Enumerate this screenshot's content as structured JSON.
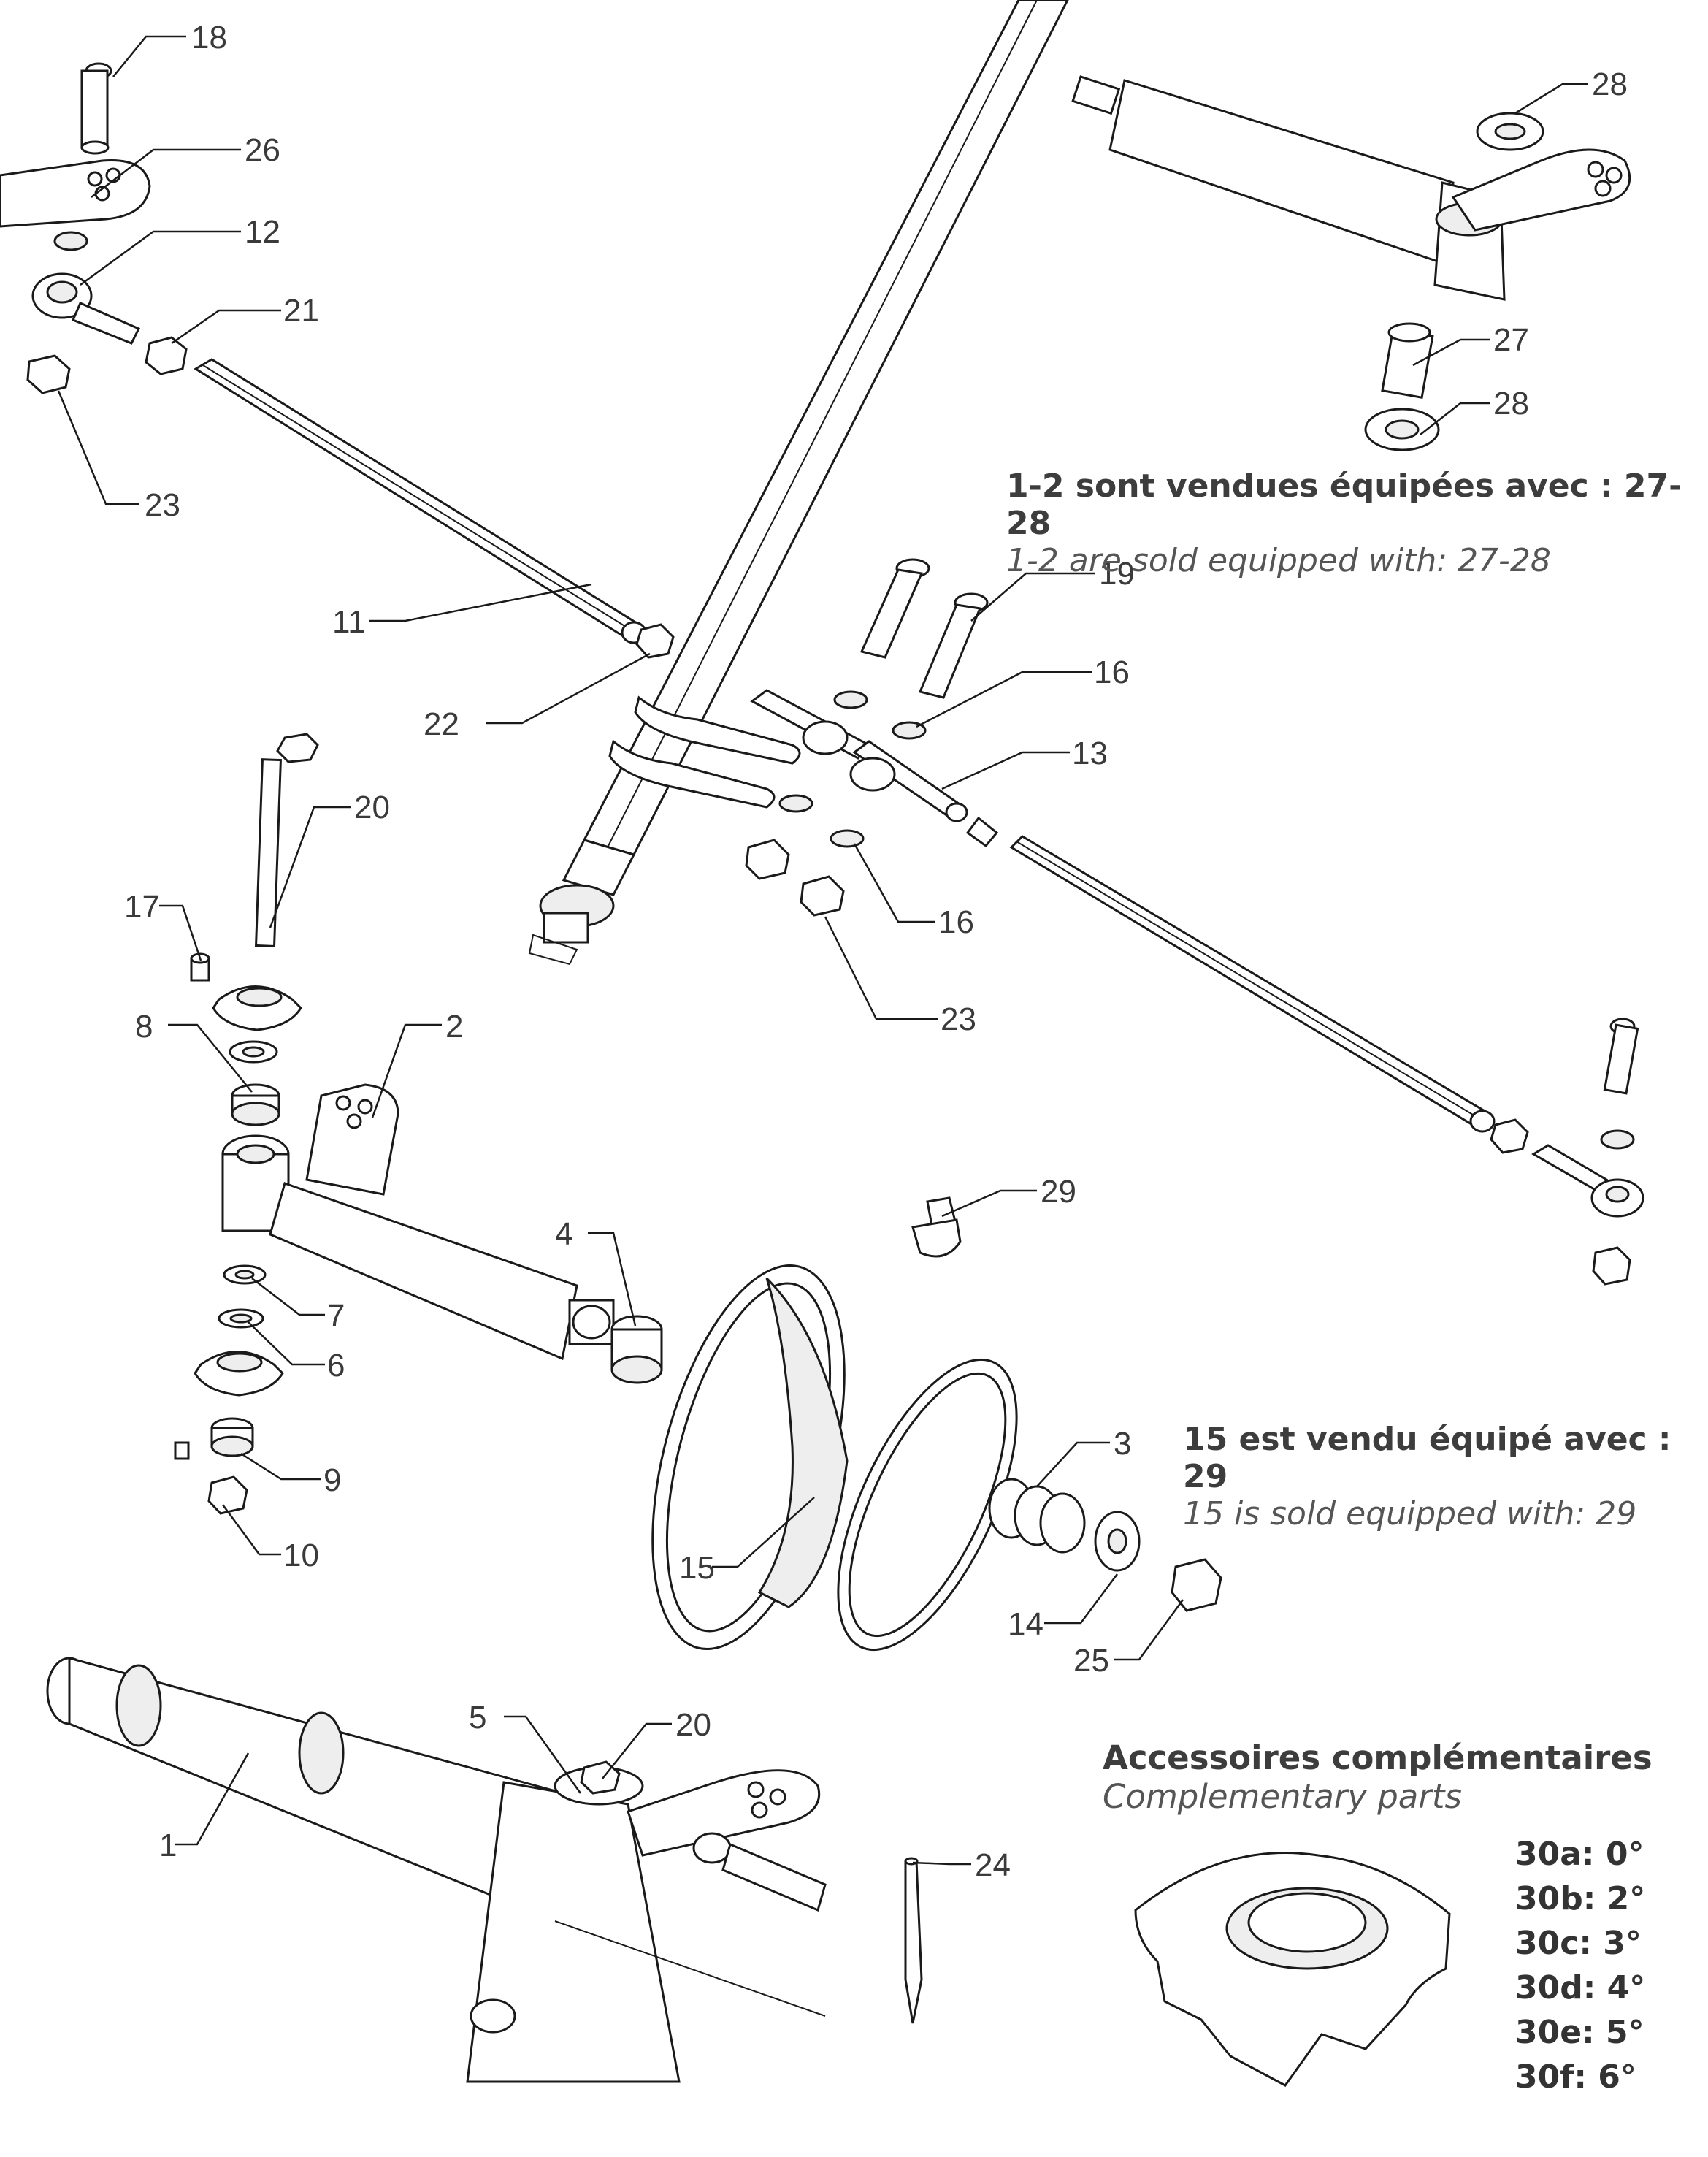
{
  "callouts": {
    "p18": "18",
    "p26": "26",
    "p12": "12",
    "p21": "21",
    "p23a": "23",
    "p11": "11",
    "p22": "22",
    "p28a": "28",
    "p27": "27",
    "p28b": "28",
    "p19": "19",
    "p16a": "16",
    "p13": "13",
    "p16b": "16",
    "p23b": "23",
    "p20a": "20",
    "p17": "17",
    "p8": "8",
    "p2": "2",
    "p29": "29",
    "p4": "4",
    "p7": "7",
    "p6": "6",
    "p9": "9",
    "p10": "10",
    "p3": "3",
    "p15": "15",
    "p14": "14",
    "p25": "25",
    "p5": "5",
    "p20b": "20",
    "p1": "1",
    "p24": "24"
  },
  "notes": {
    "steering_fr": "1-2 sont vendues équipées avec : 27-28",
    "steering_en": "1-2 are sold equipped with: 27-28",
    "wheel_fr": "15 est vendu équipé avec : 29",
    "wheel_en": "15 is sold equipped with: 29"
  },
  "accessories": {
    "title_fr": "Accessoires complémentaires",
    "title_en": "Complementary parts",
    "items": [
      "30a: 0°",
      "30b: 2°",
      "30c: 3°",
      "30d: 4°",
      "30e: 5°",
      "30f: 6°"
    ]
  },
  "colors": {
    "line": "#1a1a1a",
    "text": "#3a3a3a",
    "shade": "#e6e6e6"
  }
}
